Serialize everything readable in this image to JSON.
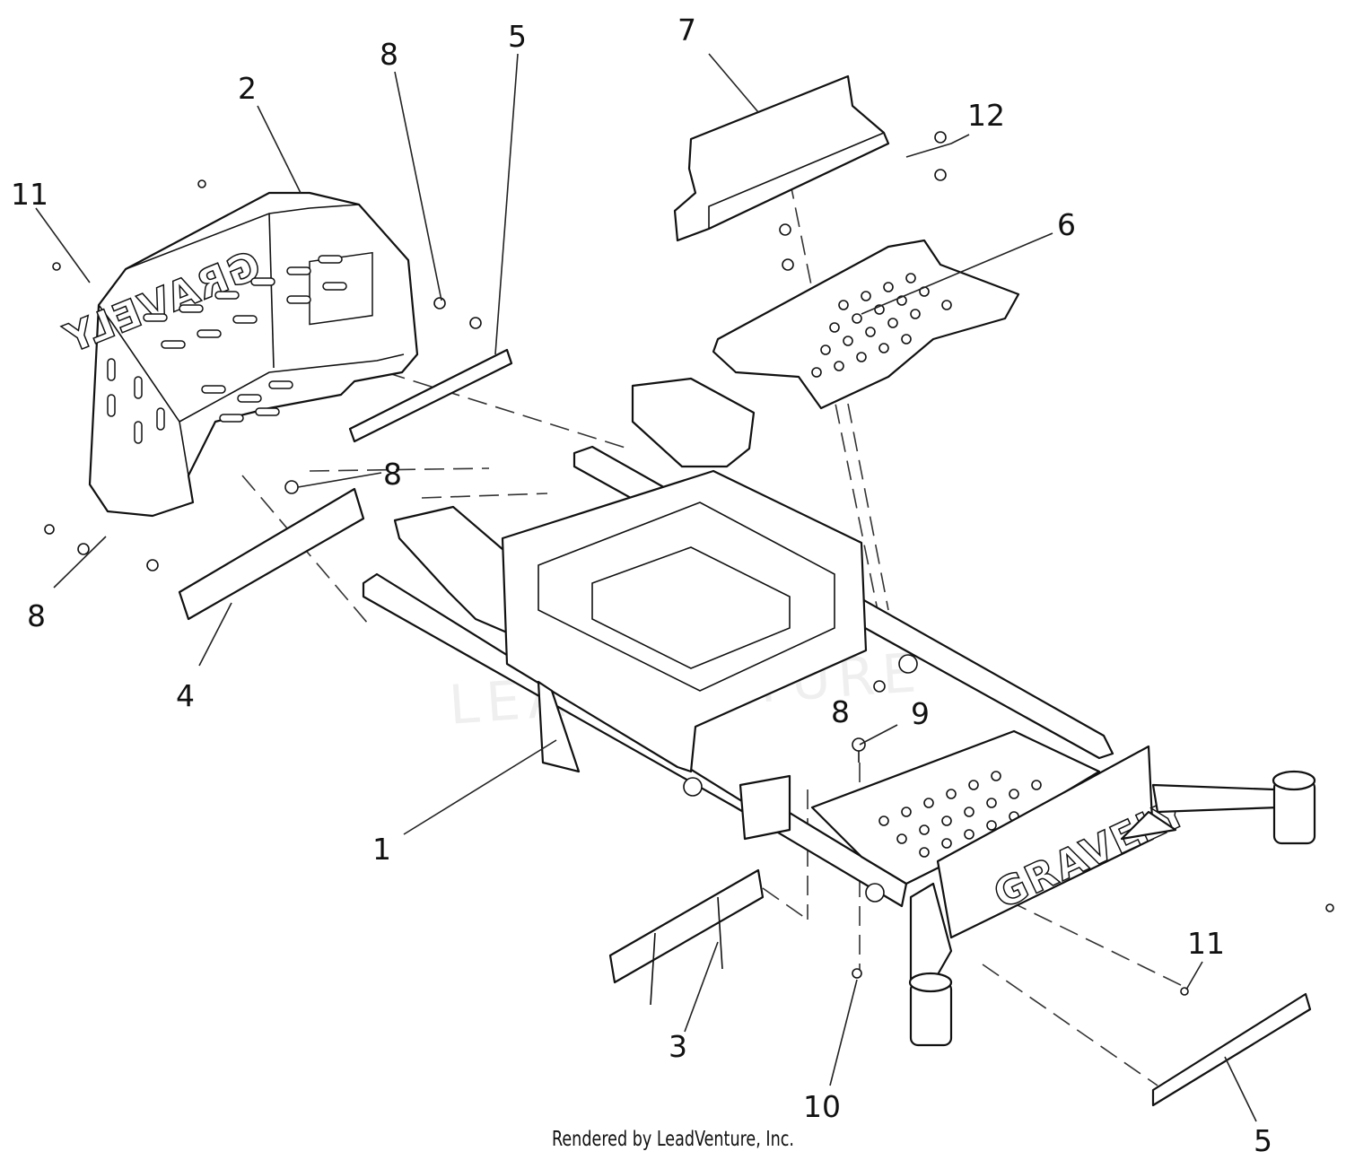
{
  "callouts": {
    "c1": "1",
    "c2": "2",
    "c3": "3",
    "c4": "4",
    "c5a": "5",
    "c5b": "5",
    "c6": "6",
    "c7": "7",
    "c8a": "8",
    "c8b": "8",
    "c8c": "8",
    "c8d": "8",
    "c9": "9",
    "c10": "10",
    "c11a": "11",
    "c11b": "11",
    "c12": "12"
  },
  "branding": {
    "seat_pan_logo": "GRAVELY",
    "front_plate_logo": "GRAVELY",
    "watermark": "LEADVENTURE"
  },
  "footer": {
    "credit": "Rendered by LeadVenture, Inc."
  }
}
